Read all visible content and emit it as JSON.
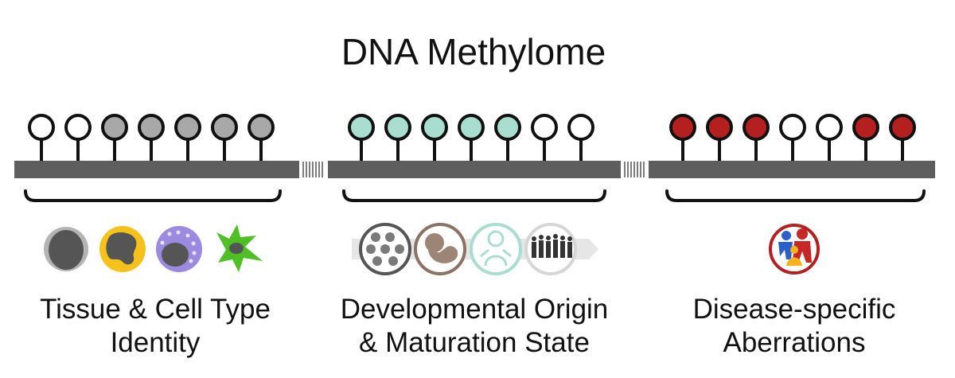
{
  "title": "DNA Methylome",
  "colors": {
    "unmethylated": "#ffffff",
    "grey": "#a8a8a8",
    "teal": "#a9ddd0",
    "red": "#b41f1f",
    "strand": "#5e5e5e"
  },
  "panels": [
    {
      "sites": [
        "unmethylated",
        "unmethylated",
        "grey",
        "grey",
        "grey",
        "grey",
        "grey"
      ],
      "icons": [
        "cell-grey-icon",
        "cell-yellow-icon",
        "cell-purple-icon",
        "cell-green-icon"
      ],
      "caption": [
        "Tissue & Cell Type",
        "Identity"
      ]
    },
    {
      "sites": [
        "teal",
        "teal",
        "teal",
        "teal",
        "teal",
        "unmethylated",
        "unmethylated"
      ],
      "icons": [
        "embryo-cells-icon",
        "fetus-icon",
        "infant-icon",
        "adults-icon"
      ],
      "caption": [
        "Developmental Origin",
        "& Maturation State"
      ]
    },
    {
      "sites": [
        "red",
        "red",
        "red",
        "unmethylated",
        "unmethylated",
        "red",
        "red"
      ],
      "icons": [
        "people-icon"
      ],
      "caption": [
        "Disease-specific",
        "Aberrations"
      ]
    }
  ]
}
